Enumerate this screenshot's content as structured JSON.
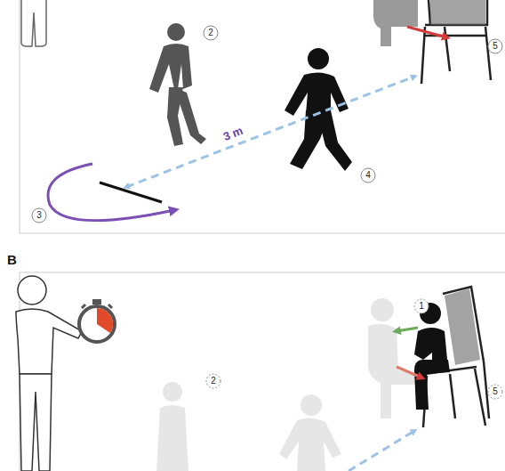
{
  "diagram": {
    "labels": [
      "2",
      "5",
      "3 m",
      "4",
      "3",
      "B",
      "1",
      "2",
      "5"
    ]
  }
}
